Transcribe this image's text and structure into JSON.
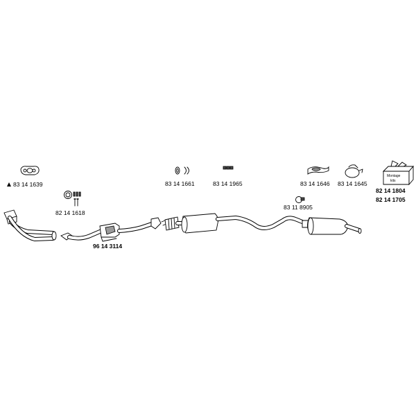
{
  "parts": {
    "p1639": "83 14 1639",
    "p1618": "82 14 1618",
    "p3114": "96 14 3114",
    "p1661": "83 14 1661",
    "p1965": "83 14 1965",
    "p8905": "83 11 8905",
    "p1646": "83 14 1646",
    "p1645": "83 14 1645",
    "p1804": "82 14 1804",
    "p1705": "82 14 1705"
  },
  "kit_box_text": "Montage\nkits",
  "warning_symbol": "triangle-warning-icon"
}
